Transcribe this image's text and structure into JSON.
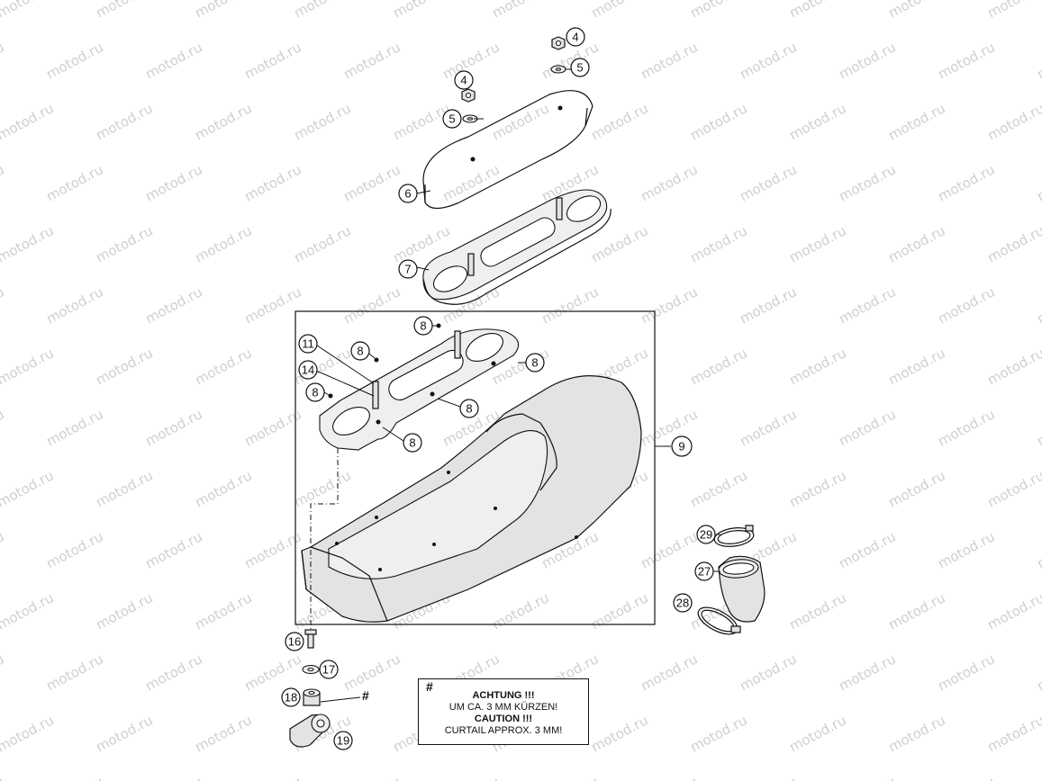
{
  "watermark": "motod.ru",
  "callouts": {
    "c4a": "4",
    "c5a": "5",
    "c4b": "4",
    "c5b": "5",
    "c6": "6",
    "c7": "7",
    "c8a": "8",
    "c8b": "8",
    "c8c": "8",
    "c8d": "8",
    "c8e": "8",
    "c8f": "8",
    "c9": "9",
    "c11": "11",
    "c14": "14",
    "c16": "16",
    "c17": "17",
    "c18": "18",
    "c19": "19",
    "c27": "27",
    "c28": "28",
    "c29": "29"
  },
  "hash_mark": "#",
  "note": {
    "hash": "#",
    "line1": "ACHTUNG !!!",
    "line2": "UM CA. 3 MM KÜRZEN!",
    "line3": "CAUTION !!!",
    "line4": "CURTAIL APPROX. 3 MM!"
  }
}
